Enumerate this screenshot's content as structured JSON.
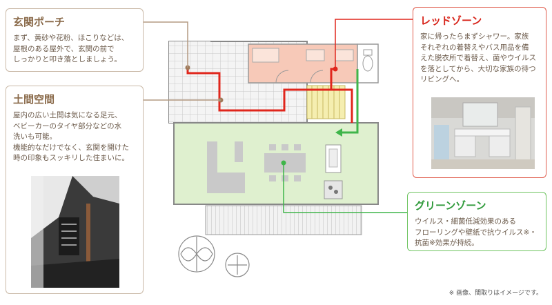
{
  "genkan_porch": {
    "title": "玄関ポーチ",
    "text": "まず、黄砂や花粉、ほこりなどは、\n屋根のある屋外で、玄関の前で\nしっかりと叩き落としましょう。"
  },
  "doma_space": {
    "title": "土間空間",
    "text": "屋内の広い土間は気になる足元、\nベビーカーのタイヤ部分などの水\n洗いも可能。\n機能的なだけでなく、玄関を開けた\n時の印象もスッキリした住まいに。"
  },
  "red_zone": {
    "title": "レッドゾーン",
    "text": "家に帰ったらまずシャワー。家族\nそれぞれの着替えやバス用品を備\nえた脱衣所で着替え、菌やウイルス\nを落としてから、大切な家族の待つ\nリビングへ。"
  },
  "green_zone": {
    "title": "グリーンゾーン",
    "text": "ウイルス・細菌低減効果のある\nフローリングや壁紙で抗ウイルス※・\n抗菌※効果が持続。"
  },
  "footnote": "※ 画像、間取りはイメージです。",
  "colors": {
    "red": "#e0261c",
    "green": "#3fb54a",
    "brown": "#a07a5a",
    "red_zone_fill": "#f7c9b8",
    "green_zone_fill": "#dff0cf",
    "stairs": "#f5eeb0"
  }
}
